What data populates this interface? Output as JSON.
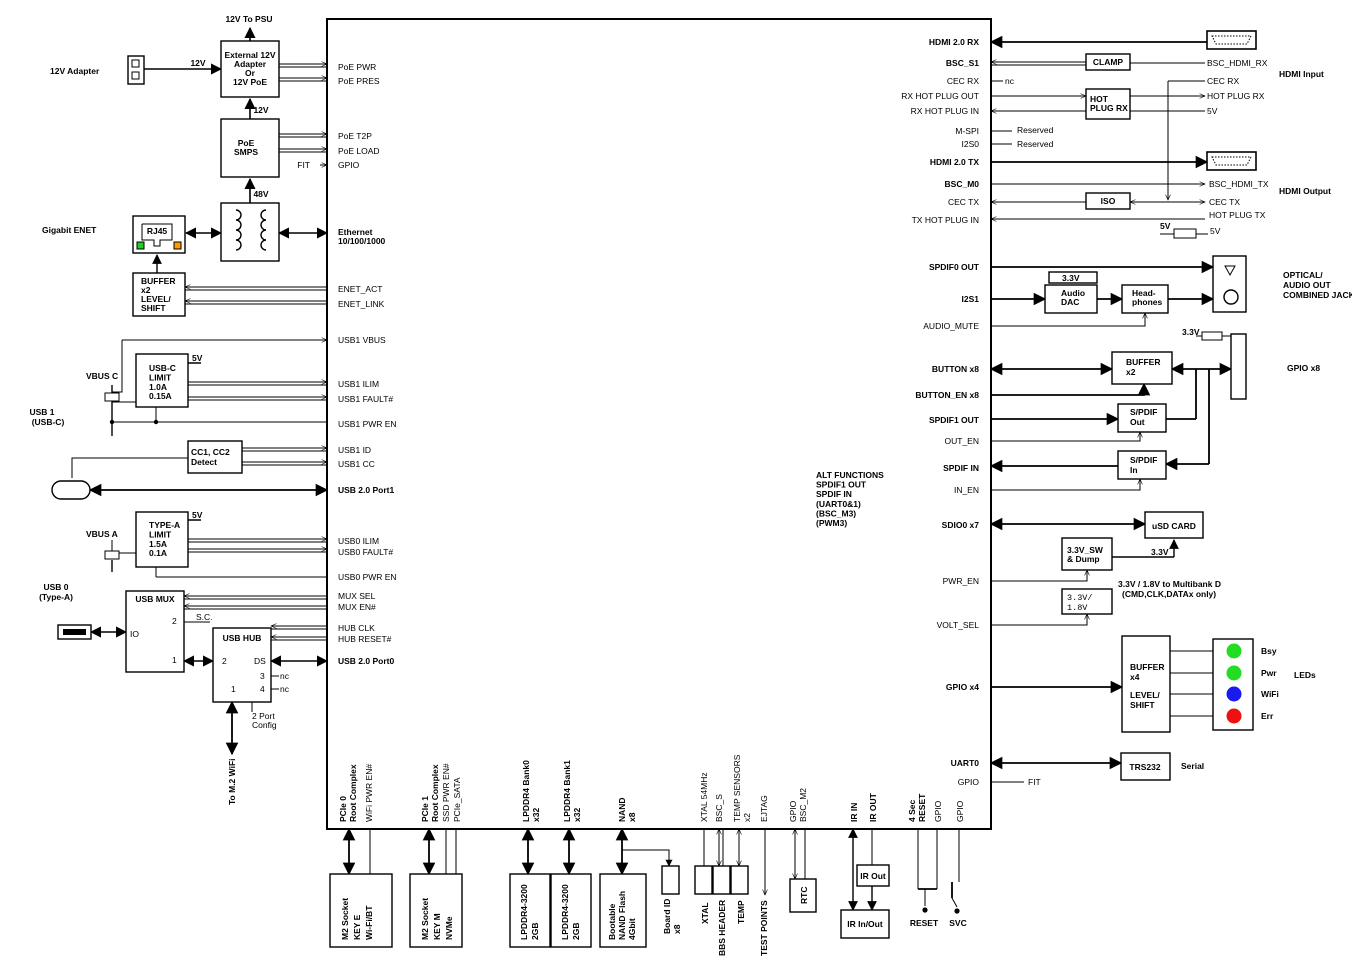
{
  "left": {
    "psu": "12V To PSU",
    "adapter": "12V Adapter",
    "v12_a": "12V",
    "v12_b": "12V",
    "v48": "48V",
    "ext_psu": [
      "External 12V",
      "Adapter",
      "Or",
      "12V PoE"
    ],
    "poe_smps": [
      "PoE",
      "SMPS"
    ],
    "fit": "FIT",
    "gigabit": "Gigabit ENET",
    "rj45": "RJ45",
    "buffer_ls": [
      "BUFFER",
      "x2",
      "LEVEL/",
      "SHIFT"
    ],
    "usb1": [
      "USB 1",
      "(USB-C)"
    ],
    "vbus_c": "VBUS C",
    "usbc_limit": [
      "USB-C",
      "LIMIT",
      "1.0A",
      "0.15A"
    ],
    "v5_a": "5V",
    "cc_detect": [
      "CC1, CC2",
      "Detect"
    ],
    "vbus_a": "VBUS A",
    "typea_limit": [
      "TYPE-A",
      "LIMIT",
      "1.5A",
      "0.1A"
    ],
    "v5_b": "5V",
    "usb0": [
      "USB 0",
      "(Type-A)"
    ],
    "usb_mux": "USB MUX",
    "mux_io": "IO",
    "mux_2": "2",
    "mux_1": "1",
    "sc": "S.C.",
    "usb_hub": "USB HUB",
    "hub_2": "2",
    "hub_ds": "DS",
    "hub_3": "3",
    "hub_4": "4",
    "hub_1": "1",
    "nc1": "nc",
    "nc2": "nc",
    "port_config": [
      "2 Port",
      "Config"
    ],
    "m2wifi": "To M.2  WiFi"
  },
  "soc_left": [
    {
      "label": "PoE PWR",
      "bold": false
    },
    {
      "label": "PoE PRES",
      "bold": false
    },
    {
      "label": "PoE T2P",
      "bold": false
    },
    {
      "label": "PoE LOAD",
      "bold": false
    },
    {
      "label": "GPIO",
      "bold": false
    },
    {
      "label": "Ethernet",
      "bold": true
    },
    {
      "label": "10/100/1000",
      "bold": true
    },
    {
      "label": "ENET_ACT",
      "bold": false
    },
    {
      "label": "ENET_LINK",
      "bold": false
    },
    {
      "label": "USB1 VBUS",
      "bold": false
    },
    {
      "label": "USB1 ILIM",
      "bold": false
    },
    {
      "label": "USB1 FAULT#",
      "bold": false
    },
    {
      "label": "USB1 PWR EN",
      "bold": false
    },
    {
      "label": "USB1 ID",
      "bold": false
    },
    {
      "label": "USB1 CC",
      "bold": false
    },
    {
      "label": "USB 2.0 Port1",
      "bold": true
    },
    {
      "label": "USB0 ILIM",
      "bold": false
    },
    {
      "label": "USB0 FAULT#",
      "bold": false
    },
    {
      "label": "USB0 PWR EN",
      "bold": false
    },
    {
      "label": "MUX SEL",
      "bold": false
    },
    {
      "label": "MUX EN#",
      "bold": false
    },
    {
      "label": "HUB CLK",
      "bold": false
    },
    {
      "label": "HUB RESET#",
      "bold": false
    },
    {
      "label": "USB 2.0 Port0",
      "bold": true
    }
  ],
  "soc_right": [
    {
      "label": "HDMI 2.0 RX",
      "bold": true
    },
    {
      "label": "BSC_S1",
      "bold": true
    },
    {
      "label": "CEC RX",
      "bold": false
    },
    {
      "label": "RX HOT PLUG OUT",
      "bold": false
    },
    {
      "label": "RX HOT PLUG IN",
      "bold": false
    },
    {
      "label": "M-SPI",
      "bold": false
    },
    {
      "label": "I2S0",
      "bold": false
    },
    {
      "label": "HDMI 2.0 TX",
      "bold": true
    },
    {
      "label": "BSC_M0",
      "bold": true
    },
    {
      "label": "CEC TX",
      "bold": false
    },
    {
      "label": "TX HOT PLUG IN",
      "bold": false
    },
    {
      "label": "SPDIF0 OUT",
      "bold": true
    },
    {
      "label": "I2S1",
      "bold": true
    },
    {
      "label": "AUDIO_MUTE",
      "bold": false
    },
    {
      "label": "BUTTON x8",
      "bold": true
    },
    {
      "label": "BUTTON_EN x8",
      "bold": true
    },
    {
      "label": "SPDIF1 OUT",
      "bold": true
    },
    {
      "label": "OUT_EN",
      "bold": false
    },
    {
      "label": "SPDIF IN",
      "bold": true
    },
    {
      "label": "IN_EN",
      "bold": false
    },
    {
      "label": "SDIO0 x7",
      "bold": true
    },
    {
      "label": "PWR_EN",
      "bold": false
    },
    {
      "label": "VOLT_SEL",
      "bold": false
    },
    {
      "label": "GPIO x4",
      "bold": true
    },
    {
      "label": "UART0",
      "bold": true
    },
    {
      "label": "GPIO",
      "bold": false
    }
  ],
  "alt": [
    "ALT FUNCTIONS",
    "SPDIF1 OUT",
    "SPDIF IN",
    "(UART0&1)",
    "(BSC_M3)",
    "(PWM3)"
  ],
  "soc_bottom": {
    "pcie0": [
      "PCIe 0",
      "Root Complex",
      "WiFi PWR EN#"
    ],
    "pcie1": [
      "PCIe 1",
      "Root Complex",
      "SSD PWR EN#",
      "PCIe_SATA"
    ],
    "lpddr0": [
      "LPDDR4 Bank0",
      "x32"
    ],
    "lpddr1": [
      "LPDDR4 Bank1",
      "x32"
    ],
    "nand": [
      "NAND",
      "x8"
    ],
    "xtal": "XTAL 54MHz",
    "bsc_s": "BSC_S",
    "temp": [
      "TEMP SENSORS",
      "x2"
    ],
    "ejtag": "EJTAG",
    "gpio_m2": [
      "GPIO",
      "BSC_M2"
    ],
    "ir": [
      "IR IN",
      "IR OUT"
    ],
    "reset4": [
      "4 Sec",
      "RESET"
    ],
    "gpio_a": "GPIO",
    "gpio_b": "GPIO"
  },
  "bottom_parts": {
    "m2e": [
      "M2 Socket",
      "KEY E",
      "Wi-Fi/BT"
    ],
    "m2m": [
      "M2 Socket",
      "KEY M",
      "NVMe"
    ],
    "lp0": [
      "LPDDR4-3200",
      "2GB"
    ],
    "lp1": [
      "LPDDR4-3200",
      "2GB"
    ],
    "nandf": [
      "Bootable",
      "NAND Flash",
      "4Gbit"
    ],
    "boardid": [
      "Board ID",
      "x8"
    ],
    "xtal": "XTAL",
    "bbs": "BBS HEADER",
    "temp": "TEMP",
    "testpoints": "TEST POINTS",
    "rtc": "RTC",
    "irout": "IR Out",
    "irinout": "IR In/Out",
    "reset": "RESET",
    "svc": "SVC"
  },
  "right": {
    "clamp": "CLAMP",
    "bsc_hdmi_rx": "BSC_HDMI_RX",
    "hdmi_input": "HDMI Input",
    "nc": "nc",
    "cec_rx": "CEC RX",
    "hot_plug_rx_box": [
      "HOT",
      "PLUG RX"
    ],
    "hot_plug_rx": "HOT PLUG RX",
    "v5_hp": "5V",
    "reserved1": "Reserved",
    "reserved2": "Reserved",
    "bsc_hdmi_tx": "BSC_HDMI_TX",
    "hdmi_output": "HDMI Output",
    "iso": "ISO",
    "cec_tx": "CEC TX",
    "hot_plug_tx": "HOT PLUG TX",
    "v5_fuse_a": "5V",
    "v5_fuse_b": "5V",
    "v33_audio": "3.3V",
    "audio_dac": [
      "Audio",
      "DAC"
    ],
    "headphones": [
      "Head-",
      "phones"
    ],
    "optical": [
      "OPTICAL/",
      "AUDIO OUT",
      "COMBINED JACK"
    ],
    "v33_gpio": "3.3V",
    "buffer_x2": [
      "BUFFER",
      "x2"
    ],
    "gpio_x8": "GPIO x8",
    "spdif_out": [
      "S/PDIF",
      "Out"
    ],
    "spdif_in": [
      "S/PDIF",
      "In"
    ],
    "usd": "uSD CARD",
    "sw_dump": [
      "3.3V_SW",
      "& Dump"
    ],
    "v33_sd": "3.3V",
    "multibank": [
      "3.3V / 1.8V to Multibank D",
      "(CMD,CLK,DATAx only)"
    ],
    "vsel": [
      "3.3V/",
      "1.8V"
    ],
    "buffer_x4": [
      "BUFFER",
      "x4",
      "LEVEL/",
      "SHIFT"
    ],
    "leds": [
      {
        "label": "Bsy",
        "color": "#22dd22"
      },
      {
        "label": "Pwr",
        "color": "#22dd22"
      },
      {
        "label": "WiFi",
        "color": "#1a1aee"
      },
      {
        "label": "Err",
        "color": "#ee1111"
      }
    ],
    "leds_title": "LEDs",
    "trs232": "TRS232",
    "serial": "Serial",
    "fit": "FIT"
  }
}
